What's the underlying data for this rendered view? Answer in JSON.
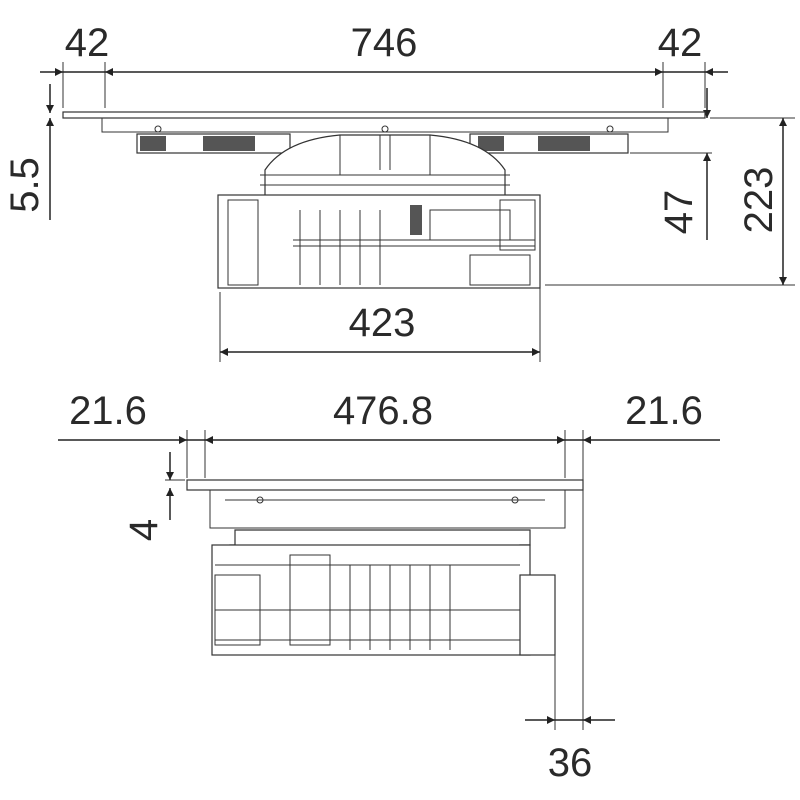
{
  "top_view": {
    "width_left_margin": "42",
    "width_total": "746",
    "width_right_margin": "42",
    "glass_thickness": "5.5",
    "below_glass_depth": "47",
    "total_depth": "223",
    "body_width": "423"
  },
  "side_view": {
    "margin_left": "21.6",
    "width_total": "476.8",
    "margin_right": "21.6",
    "glass_thickness": "4",
    "offset_right": "36"
  },
  "colors": {
    "line": "#222222",
    "background": "#ffffff"
  }
}
